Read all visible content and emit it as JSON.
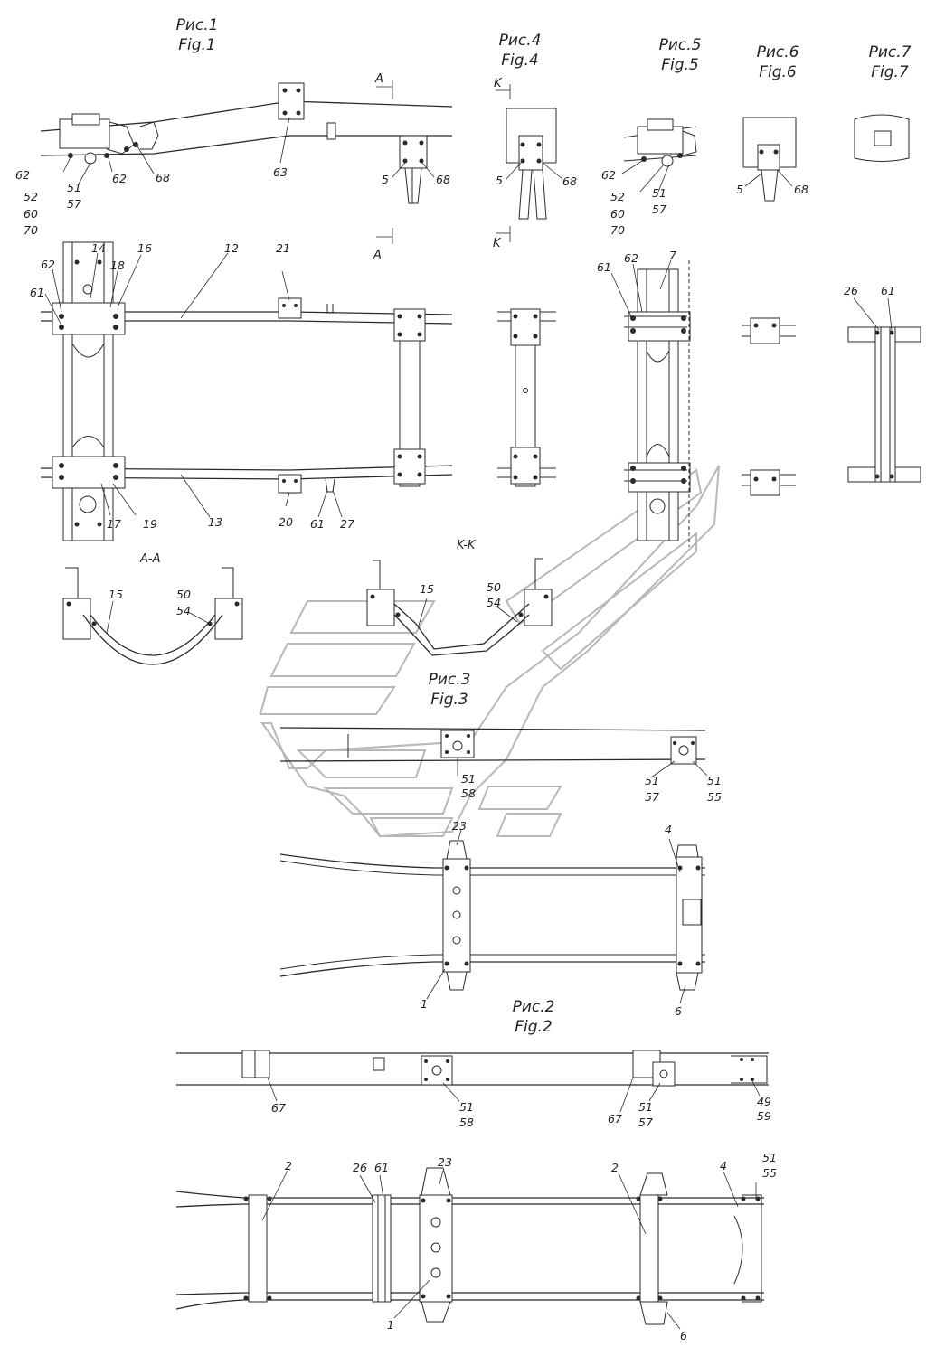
{
  "figures": {
    "fig1": {
      "ru": "Рис.1",
      "en": "Fig.1"
    },
    "fig2": {
      "ru": "Рис.2",
      "en": "Fig.2"
    },
    "fig3": {
      "ru": "Рис.3",
      "en": "Fig.3"
    },
    "fig4": {
      "ru": "Рис.4",
      "en": "Fig.4"
    },
    "fig5": {
      "ru": "Рис.5",
      "en": "Fig.5"
    },
    "fig6": {
      "ru": "Рис.6",
      "en": "Fig.6"
    },
    "fig7": {
      "ru": "Рис.7",
      "en": "Fig.7"
    }
  },
  "sections": {
    "aa": "A-A",
    "kk": "K-K",
    "a": "A",
    "k": "K"
  },
  "callouts": {
    "c1": "62",
    "c2": "52",
    "c3": "60",
    "c4": "70",
    "c5": "51",
    "c6": "57",
    "c7": "62",
    "c8": "68",
    "c9": "63",
    "c10": "5",
    "c11": "68",
    "c12": "5",
    "c13": "68",
    "c14": "62",
    "c15": "52",
    "c16": "60",
    "c17": "70",
    "c18": "51",
    "c19": "57",
    "c20": "5",
    "c21": "68",
    "c22": "62",
    "c23": "14",
    "c24": "16",
    "c25": "12",
    "c26": "21",
    "c27": "61",
    "c28": "18",
    "c29": "17",
    "c30": "19",
    "c31": "13",
    "c32": "20",
    "c33": "61",
    "c34": "27",
    "c35": "61",
    "c36": "62",
    "c37": "7",
    "c38": "26",
    "c39": "61",
    "c40": "15",
    "c41": "50",
    "c42": "54",
    "c43": "15",
    "c44": "50",
    "c45": "54",
    "c46": "51",
    "c47": "58",
    "c48": "51",
    "c49": "57",
    "c50": "51",
    "c51": "55",
    "c52": "23",
    "c53": "4",
    "c54": "1",
    "c55": "6",
    "c56": "67",
    "c57": "51",
    "c58": "58",
    "c59": "67",
    "c60": "51",
    "c61": "57",
    "c62": "49",
    "c63": "59",
    "c64": "2",
    "c65": "26",
    "c66": "61",
    "c67": "23",
    "c68": "2",
    "c69": "4",
    "c70": "51",
    "c71": "55",
    "c72": "1",
    "c73": "6"
  }
}
